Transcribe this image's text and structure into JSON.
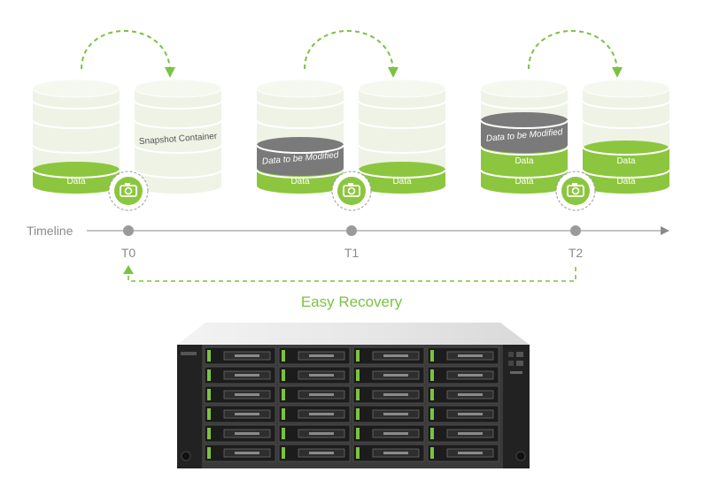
{
  "stages": [
    {
      "time_label": "T0",
      "left_stack": {
        "data_label": "Data"
      },
      "right_stack": {
        "container_label": "Snapshot Container"
      }
    },
    {
      "time_label": "T1",
      "left_stack": {
        "modified_label": "Data to be Modified",
        "data_label": "Data"
      },
      "right_stack": {
        "data_label": "Data"
      }
    },
    {
      "time_label": "T2",
      "left_stack": {
        "modified_label": "Data to be Modified",
        "data_labels": [
          "Data",
          "Data"
        ]
      },
      "right_stack": {
        "data_labels": [
          "Data",
          "Data"
        ]
      }
    }
  ],
  "timeline_label": "Timeline",
  "recovery_label": "Easy Recovery",
  "icons": [
    "camera-icon",
    "arrow-right-icon",
    "storage-server-icon"
  ],
  "colors": {
    "green": "#8cc63f",
    "dash_green": "#7cc242",
    "gray_band": "#7a7a7a",
    "pale": "#eef3e6",
    "timeline": "#9a9a9a"
  }
}
